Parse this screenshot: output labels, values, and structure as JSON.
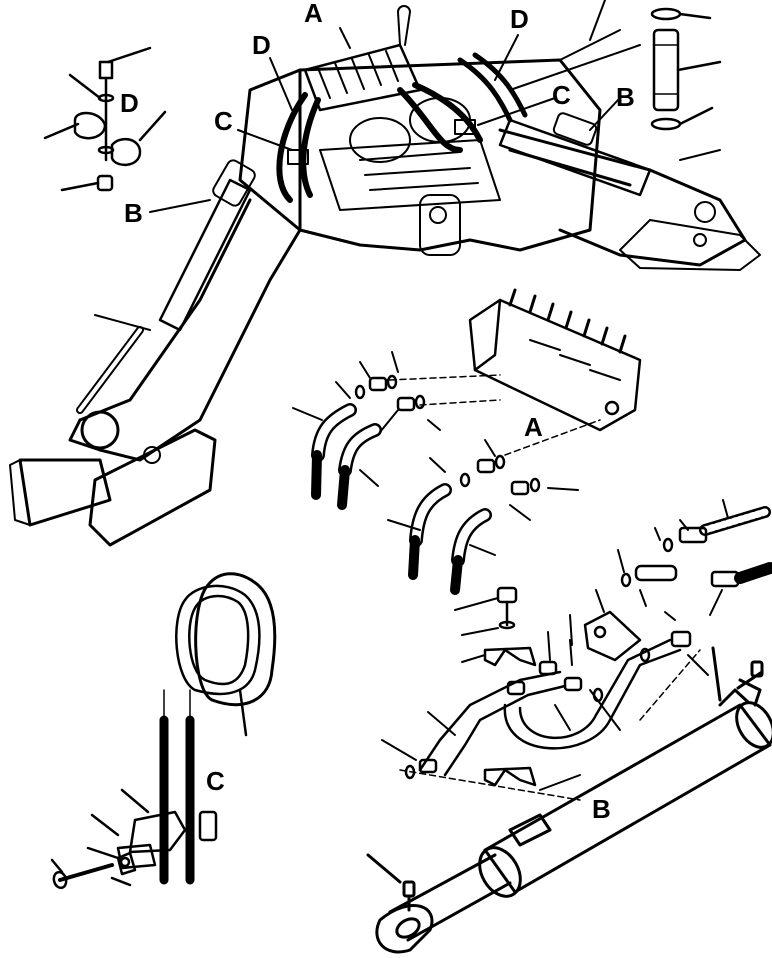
{
  "callouts": {
    "a_top": "A",
    "d_top_left": "D",
    "d_top_right": "D",
    "c_left": "C",
    "c_right": "C",
    "b_right": "B",
    "b_left": "B",
    "d_fitting": "D",
    "a_valve": "A",
    "c_hose_clamp": "C",
    "b_cylinder": "B"
  },
  "colors": {
    "ink": "#000000",
    "paper": "#ffffff"
  }
}
